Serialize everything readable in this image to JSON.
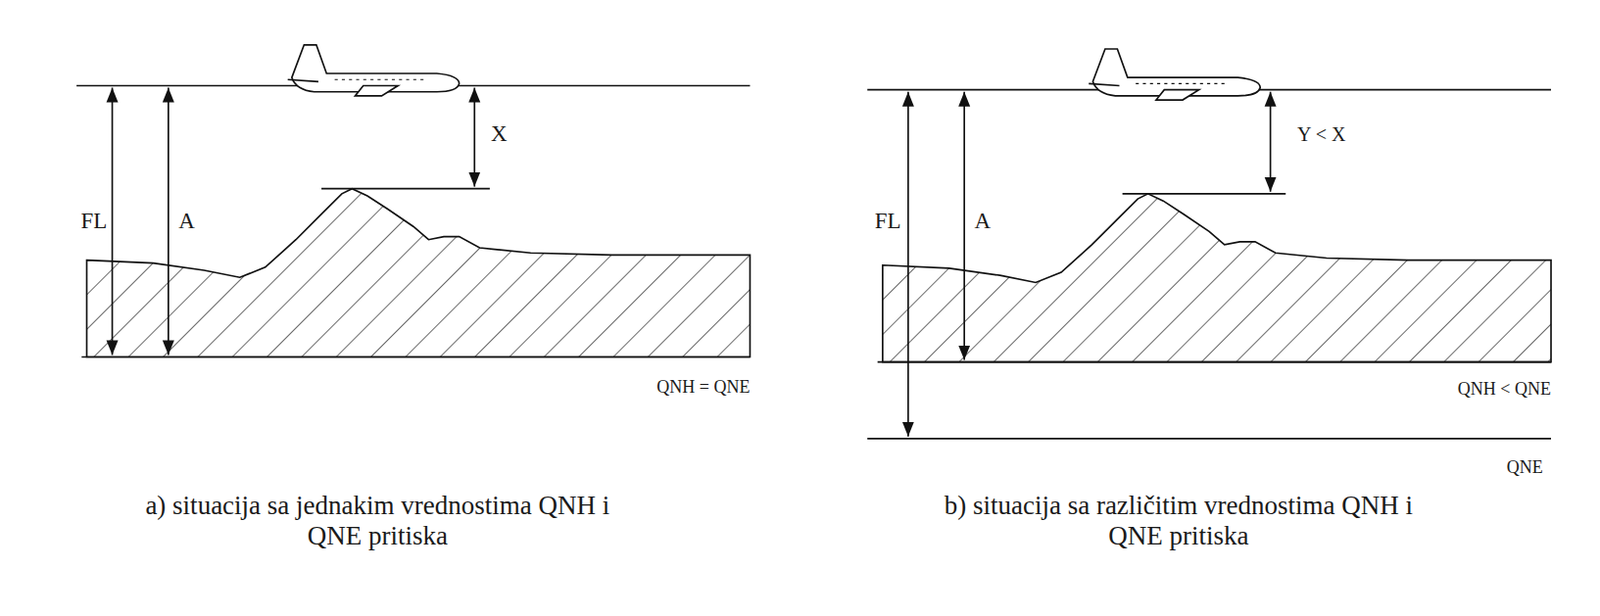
{
  "diagram": {
    "labels": [
      "FL",
      "A",
      "X",
      "QNH = QNE",
      "FL",
      "A",
      "Y < X",
      "QNH < QNE",
      "QNE",
      "a) situacija sa jednakim vrednostima QNH i QNE pritiska",
      "b) situacija sa različitim vrednostima QNH i QNE pritiska"
    ]
  }
}
